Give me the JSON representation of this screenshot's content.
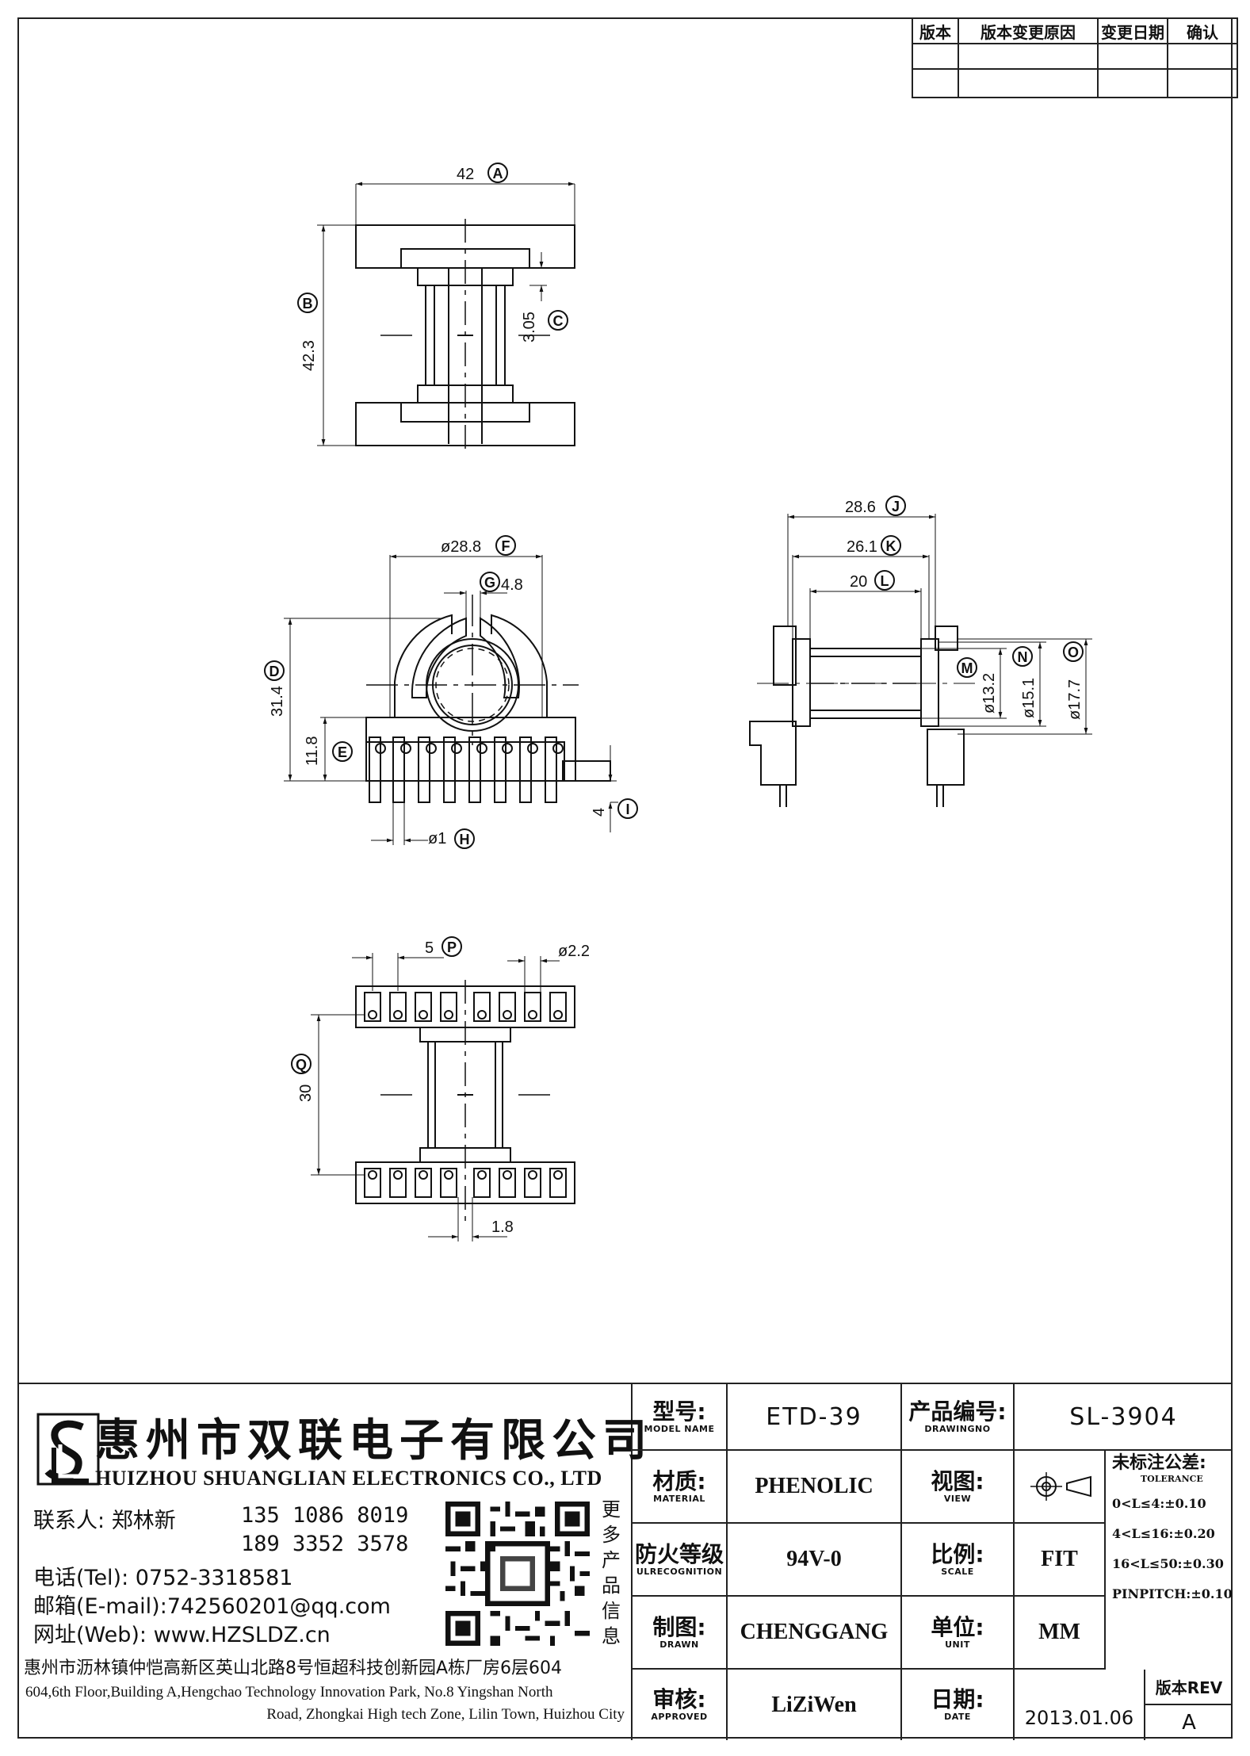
{
  "revision_table": {
    "headers": [
      "版本",
      "版本变更原因",
      "变更日期",
      "确认"
    ]
  },
  "dimensions": {
    "front": {
      "width_a": "42",
      "tag_a": "A",
      "height_b": "42.3",
      "tag_b": "B",
      "c": "3.05",
      "tag_c": "C"
    },
    "side": {
      "f": "ø28.8",
      "tag_f": "F",
      "g": "4.8",
      "tag_g": "G",
      "d": "31.4",
      "tag_d": "D",
      "e": "11.8",
      "tag_e": "E",
      "i": "4",
      "tag_i": "I",
      "h": "ø1",
      "tag_h": "H"
    },
    "right": {
      "j": "28.6",
      "tag_j": "J",
      "k": "26.1",
      "tag_k": "K",
      "l": "20",
      "tag_l": "L",
      "m_tag": "M",
      "m": "ø13.2",
      "n_tag": "N",
      "n": "ø15.1",
      "o_tag": "O",
      "o": "ø17.7"
    },
    "bottom": {
      "p": "5",
      "tag_p": "P",
      "pin": "ø2.2",
      "q": "30",
      "tag_q": "Q",
      "w": "1.8"
    }
  },
  "company": {
    "cn_name": "惠州市双联电子有限公司",
    "en_name": "HUIZHOU SHUANGLIAN ELECTRONICS CO., LTD",
    "contact_label": "联系人:",
    "contact_name": "郑林新",
    "phone1": "135 1086 8019",
    "phone2": "189 3352 3578",
    "tel": "电话(Tel): 0752-3318581",
    "email": "邮箱(E-mail):742560201@qq.com",
    "web": "网址(Web): www.HZSLDZ.cn",
    "more_info": [
      "更",
      "多",
      "产",
      "品",
      "信",
      "息"
    ],
    "address_cn": "惠州市沥林镇仲恺高新区英山北路8号恒超科技创新园A栋厂房6层604",
    "address_en1": "604,6th Floor,Building A,Hengchao Technology Innovation Park, No.8 Yingshan North",
    "address_en2": "Road, Zhongkai High tech Zone, Lilin Town, Huizhou City"
  },
  "title_block": {
    "model_cn": "型号:",
    "model_en": "MODEL NAME",
    "model": "ETD-39",
    "drawing_cn": "产品编号:",
    "drawing_en": "DRAWINGNO",
    "drawing_no": "SL-3904",
    "material_cn": "材质:",
    "material_en": "MATERIAL",
    "material": "PHENOLIC",
    "view_cn": "视图:",
    "view_en": "VIEW",
    "tol_cn": "未标注公差:",
    "tol_en": "TOLERANCE",
    "tolerances": [
      "0<L≤4:±0.10",
      "4<L≤16:±0.20",
      "16<L≤50:±0.30",
      "PINPITCH:±0.10"
    ],
    "fire_cn": "防火等级",
    "fire_en": "ULRECOGNITION",
    "fire": "94V-0",
    "scale_cn": "比例:",
    "scale_en": "SCALE",
    "scale": "FIT",
    "drawn_cn": "制图:",
    "drawn_en": "DRAWN",
    "drawn": "CHENGGANG",
    "unit_cn": "单位:",
    "unit_en": "UNIT",
    "unit": "MM",
    "approved_cn": "审核:",
    "approved_en": "APPROVED",
    "approved": "LiZiWen",
    "date_cn": "日期:",
    "date_en": "DATE",
    "date": "2013.01.06",
    "rev_label": "版本REV",
    "rev": "A"
  }
}
